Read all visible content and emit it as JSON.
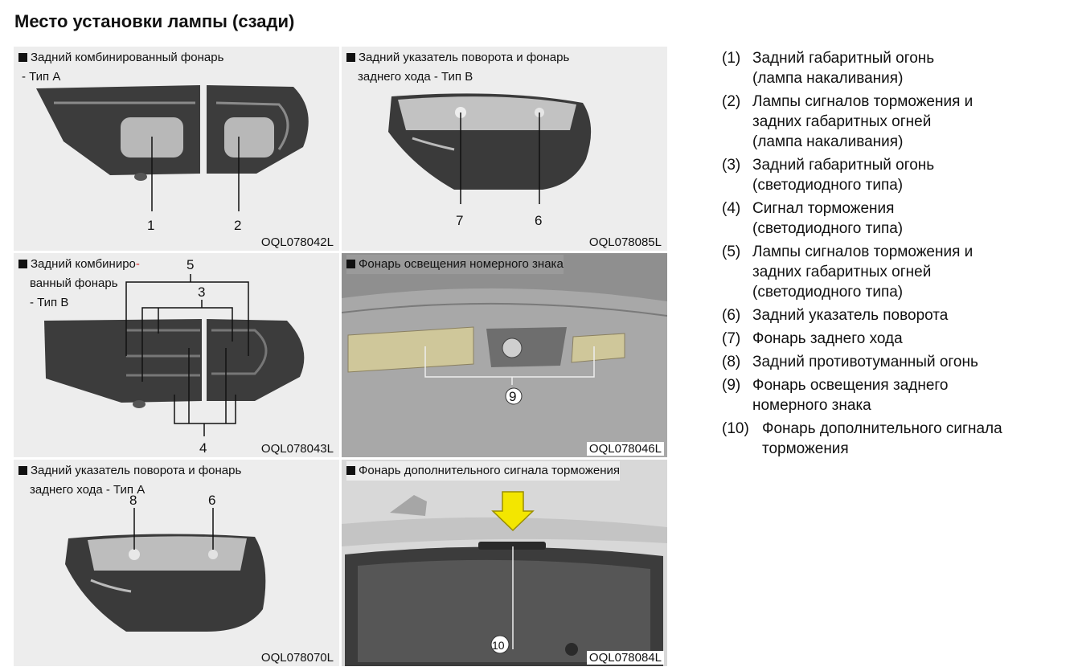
{
  "page": {
    "title": "Место установки лампы (сзади)"
  },
  "panels": [
    {
      "id": "p1",
      "caption_lines": [
        "Задний комбинированный фонарь",
        "- Тип A"
      ],
      "code": "OQL078042L",
      "callouts": [
        "1",
        "2"
      ]
    },
    {
      "id": "p2",
      "caption_lines": [
        "Задний указатель поворота и фонарь",
        "заднего хода - Тип B"
      ],
      "code": "OQL078085L",
      "callouts": [
        "7",
        "6"
      ]
    },
    {
      "id": "p3",
      "caption_line1_a": "Задний комбиниро",
      "caption_line1_b": "-",
      "caption_lines": [
        "ванный фонарь",
        "- Тип B"
      ],
      "code": "OQL078043L",
      "callouts": [
        "5",
        "3",
        "4"
      ]
    },
    {
      "id": "p4",
      "caption_lines": [
        "Фонарь освещения номерного знака"
      ],
      "code": "OQL078046L",
      "callouts": [
        "9"
      ]
    },
    {
      "id": "p5",
      "caption_lines": [
        "Задний указатель поворота и фонарь",
        "заднего хода - Тип A"
      ],
      "code": "OQL078070L",
      "callouts": [
        "8",
        "6"
      ]
    },
    {
      "id": "p6",
      "caption_lines": [
        "Фонарь дополнительного сигнала торможения"
      ],
      "code": "OQL078084L",
      "callouts": [
        "10"
      ]
    }
  ],
  "legend": [
    {
      "num": "(1)",
      "lines": [
        "Задний габаритный огонь",
        "(лампа накаливания)"
      ]
    },
    {
      "num": "(2)",
      "lines": [
        "Лампы сигналов торможения и",
        "задних габаритных огней",
        "(лампа накаливания)"
      ]
    },
    {
      "num": "(3)",
      "lines": [
        "Задний габаритный огонь",
        "(светодиодного типа)"
      ]
    },
    {
      "num": "(4)",
      "lines": [
        "Сигнал торможения",
        "(светодиодного типа)"
      ]
    },
    {
      "num": "(5)",
      "lines": [
        "Лампы сигналов торможения и",
        "задних габаритных огней",
        "(светодиодного типа)"
      ]
    },
    {
      "num": "(6)",
      "lines": [
        "Задний указатель поворота"
      ]
    },
    {
      "num": "(7)",
      "lines": [
        "Фонарь заднего хода"
      ]
    },
    {
      "num": "(8)",
      "lines": [
        "Задний противотуманный огонь"
      ]
    },
    {
      "num": "(9)",
      "lines": [
        "Фонарь освещения заднего",
        "номерного знака"
      ]
    },
    {
      "num": "(10)",
      "lines": [
        "Фонарь дополнительного сигнала",
        "торможения"
      ]
    }
  ],
  "colors": {
    "lamp_dark": "#3a3a3a",
    "lamp_lens": "#b9b9b9",
    "plate_lamp": "#cfc79a",
    "arrow": "#f3e600",
    "panel_bg": "#ededed"
  }
}
